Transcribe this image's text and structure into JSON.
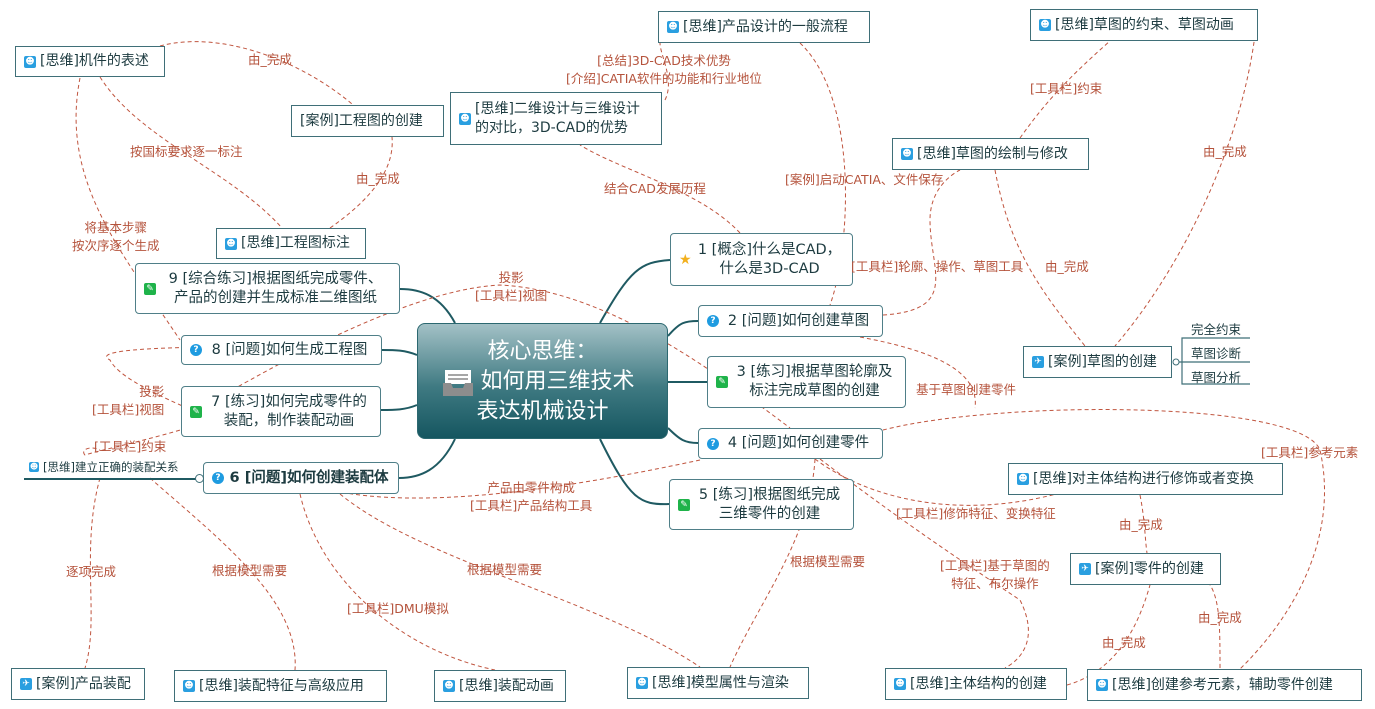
{
  "center": {
    "line1": "核心思维：",
    "line2": "如何用三维技术",
    "line3": "表达机械设计",
    "icon": "tray-icon"
  },
  "main_topics": [
    {
      "num": "1",
      "l1": "[概念]什么是CAD，",
      "l2": "什么是3D-CAD",
      "icon": "star-icon"
    },
    {
      "num": "2",
      "l1": "[问题]如何创建草图",
      "icon": "question-icon"
    },
    {
      "num": "3",
      "l1": "[练习]根据草图轮廓及",
      "l2": "标注完成草图的创建",
      "icon": "pencil-icon"
    },
    {
      "num": "4",
      "l1": "[问题]如何创建零件",
      "icon": "question-icon"
    },
    {
      "num": "5",
      "l1": "[练习]根据图纸完成",
      "l2": "三维零件的创建",
      "icon": "pencil-icon"
    },
    {
      "num": "6",
      "l1": "[问题]如何创建装配体",
      "icon": "question-icon"
    },
    {
      "num": "7",
      "l1": "[练习]如何完成零件的",
      "l2": "装配，制作装配动画",
      "icon": "pencil-icon"
    },
    {
      "num": "8",
      "l1": "[问题]如何生成工程图",
      "icon": "question-icon"
    },
    {
      "num": "9",
      "l1": "[综合练习]根据图纸完成零件、",
      "l2": "产品的创建并生成标准二维图纸",
      "icon": "pencil-icon"
    }
  ],
  "floating": {
    "jijian": "[思维]机件的表述",
    "gcchuangjian": "[案例]工程图的创建",
    "gcbiaozhu": "[思维]工程图标注",
    "erwei_l1": "[思维]二维设计与三维设计",
    "erwei_l2": "的对比，3D-CAD的优势",
    "liucheng": "[思维]产品设计的一般流程",
    "yueshu": "[思维]草图的约束、草图动画",
    "huizhi": "[思维]草图的绘制与修改",
    "caotu": "[案例]草图的创建",
    "xiushi": "[思维]对主体结构进行修饰或者变换",
    "lingjian": "[案例]零件的创建",
    "zhuti": "[思维]主体结构的创建",
    "cankao": "[思维]创建参考元素，辅助零件创建",
    "moxing": "[思维]模型属性与渲染",
    "zpdonghua": "[思维]装配动画",
    "zptezheng": "[思维]装配特征与高级应用",
    "cpzhuangpei": "[案例]产品装配",
    "zpguanxi": "[思维]建立正确的装配关系"
  },
  "caotu_subtopics": [
    "完全约束",
    "草图诊断",
    "草图分析"
  ],
  "labels": {
    "a": "由_完成",
    "b": "按国标要求逐一标注",
    "c": "由_完成",
    "d1": "将基本步骤",
    "d2": "按次序逐个生成",
    "e1": "[总结]3D-CAD技术优势",
    "e2": "[介绍]CATIA软件的功能和行业地位",
    "f": "结合CAD发展历程",
    "g": "[案例]启动CATIA、文件保存",
    "h": "[工具栏]约束",
    "i": "由_完成",
    "j": "[工具栏]轮廓、操作、草图工具",
    "k": "由_完成",
    "l": "基于草图创建零件",
    "m1": "投影",
    "m2": "[工具栏]视图",
    "n1": "投影",
    "n2": "[工具栏]视图",
    "o": "[工具栏]约束",
    "p1": "产品由零件构成",
    "p2": "[工具栏]产品结构工具",
    "q": "[工具栏]参考元素",
    "r": "[工具栏]修饰特征、变换特征",
    "s": "由_完成",
    "t1": "[工具栏]基于草图的",
    "t2": "特征、布尔操作",
    "u": "由_完成",
    "v": "由_完成",
    "w": "根据模型需要",
    "x": "根据模型需要",
    "y": "[工具栏]DMU模拟",
    "z": "根据模型需要",
    "aa": "逐项完成"
  },
  "colors": {
    "branch": "#1f5a62",
    "relation": "#c0553f",
    "border": "#3f6f78"
  }
}
